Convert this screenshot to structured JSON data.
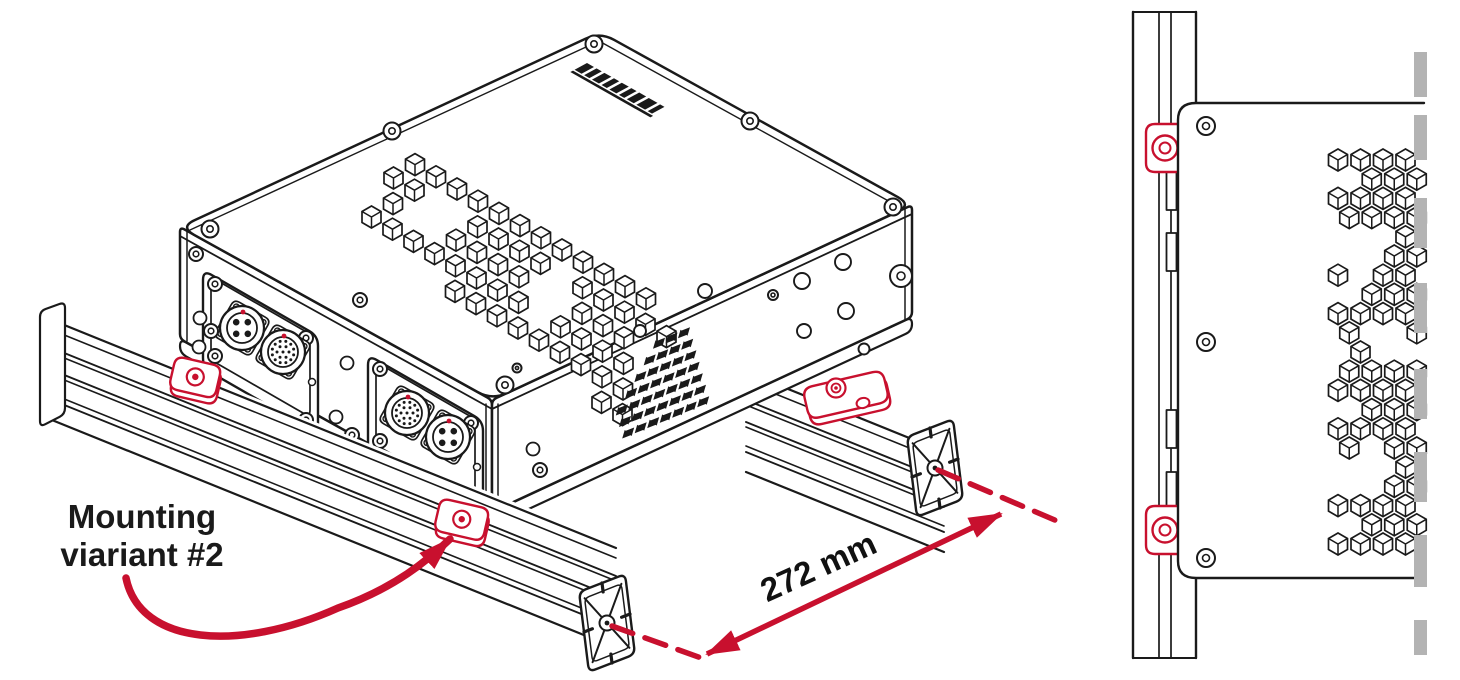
{
  "annotations": {
    "label": {
      "line1": "Mounting",
      "line2": "viariant #2"
    },
    "dimension": {
      "value": "272 mm"
    }
  },
  "colors": {
    "line": "#1a1a1a",
    "accent": "#c8102e",
    "break": "#b3b3b3",
    "background": "#ffffff"
  },
  "scene": {
    "left_view": "isometric-device-on-rails",
    "right_view": "side-profile-device-on-rail",
    "device": "fanless-embedded-computer",
    "rails": "t-slot-aluminum-extrusions",
    "mounting_tabs_iso": 3,
    "mounting_tabs_side": 2,
    "logo": "brand-logo"
  }
}
